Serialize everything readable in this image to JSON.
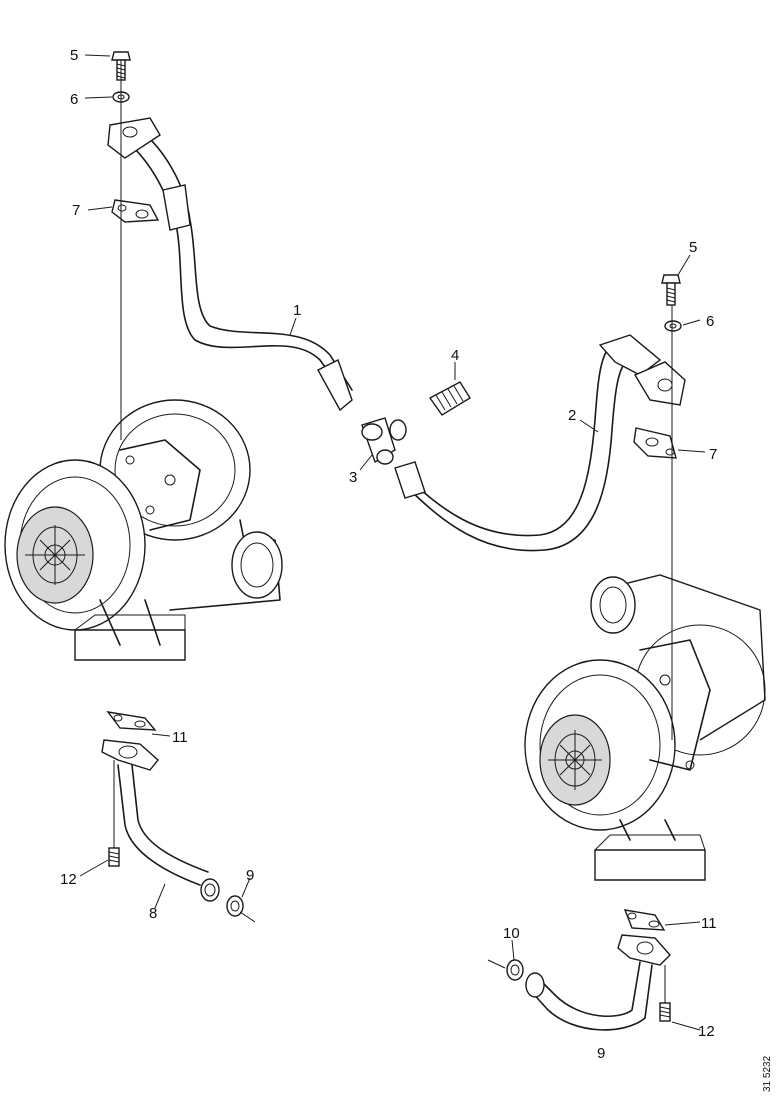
{
  "callouts": {
    "c5a": "5",
    "c6a": "6",
    "c7a": "7",
    "c1": "1",
    "c4": "4",
    "c3": "3",
    "c2": "2",
    "c5b": "5",
    "c6b": "6",
    "c7b": "7",
    "c11a": "11",
    "c12a": "12",
    "c8": "8",
    "c9": "9",
    "c10": "10",
    "c11b": "11",
    "c12b": "12",
    "c9b": "9"
  },
  "drawing_code": "31 5232"
}
